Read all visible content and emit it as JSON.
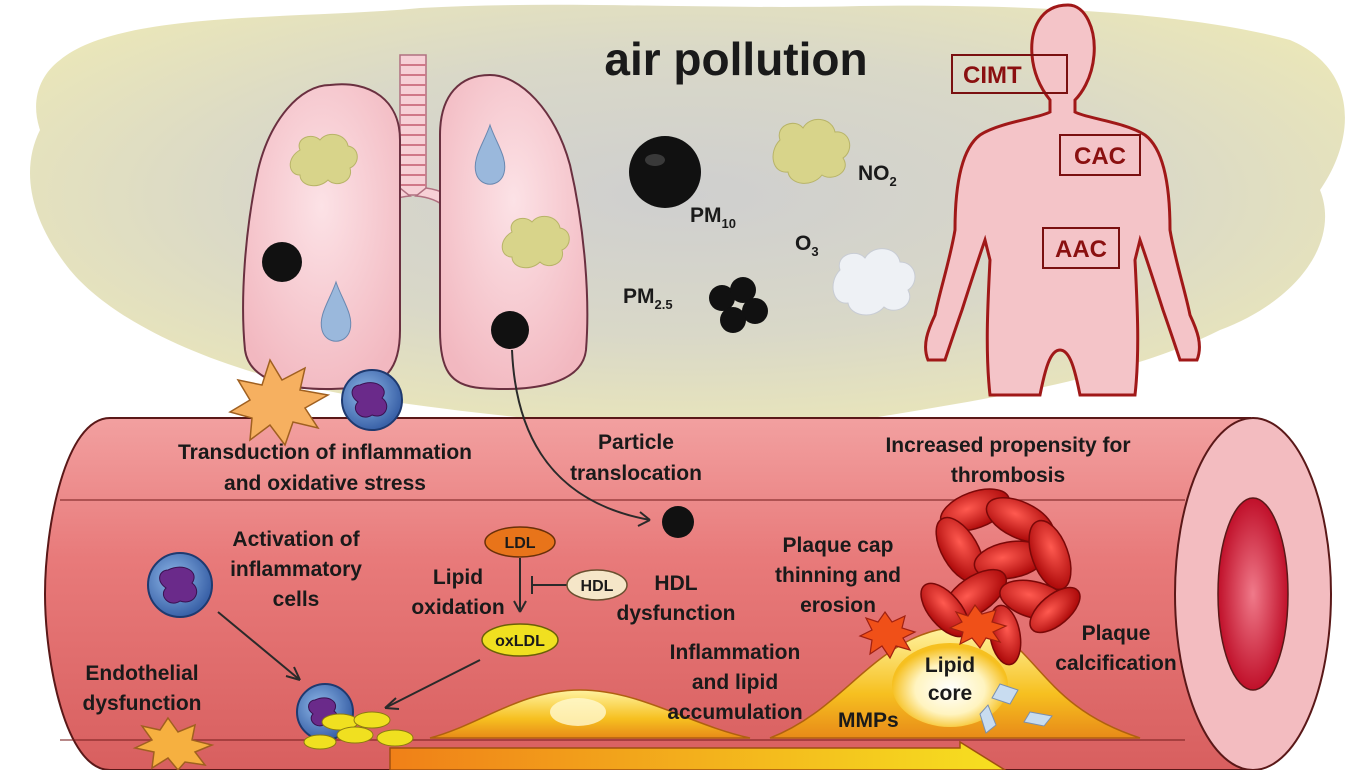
{
  "title": "air pollution",
  "pollutants": {
    "pm10": {
      "main": "PM",
      "sub": "10"
    },
    "pm25": {
      "main": "PM",
      "sub": "2.5"
    },
    "no2": {
      "main": "NO",
      "sub": "2"
    },
    "o3": {
      "main": "O",
      "sub": "3"
    }
  },
  "body_sites": {
    "cimt": "CIMT",
    "cac": "CAC",
    "aac": "AAC"
  },
  "labels": {
    "transduction": [
      "Transduction of inflammation",
      "and oxidative stress"
    ],
    "translocation": [
      "Particle",
      "translocation"
    ],
    "thrombosis": [
      "Increased propensity for",
      "thrombosis"
    ],
    "activation": [
      "Activation of",
      "inflammatory",
      "cells"
    ],
    "lipid_oxidation": [
      "Lipid",
      "oxidation"
    ],
    "hdl_dysfunction": [
      "HDL",
      "dysfunction"
    ],
    "plaque_cap": [
      "Plaque cap",
      "thinning and",
      "erosion"
    ],
    "plaque_calcification": [
      "Plaque",
      "calcification"
    ],
    "inflammation_lipid": [
      "Inflammation",
      "and lipid",
      "accumulation"
    ],
    "endothelial": [
      "Endothelial",
      "dysfunction"
    ],
    "lipid_core": [
      "Lipid",
      "core"
    ],
    "mmps": "MMPs"
  },
  "molecules": {
    "ldl": "LDL",
    "hdl": "HDL",
    "oxldl": "oxLDL"
  },
  "colors": {
    "vessel": "#e87878",
    "lung": "#f7cfd4",
    "body": "#f4c4c8",
    "body_outline": "#a01818",
    "smog": "#e8e4b8",
    "plaque": "#f7c020",
    "ldl": "#e8741a",
    "oxldl": "#f0e020"
  }
}
